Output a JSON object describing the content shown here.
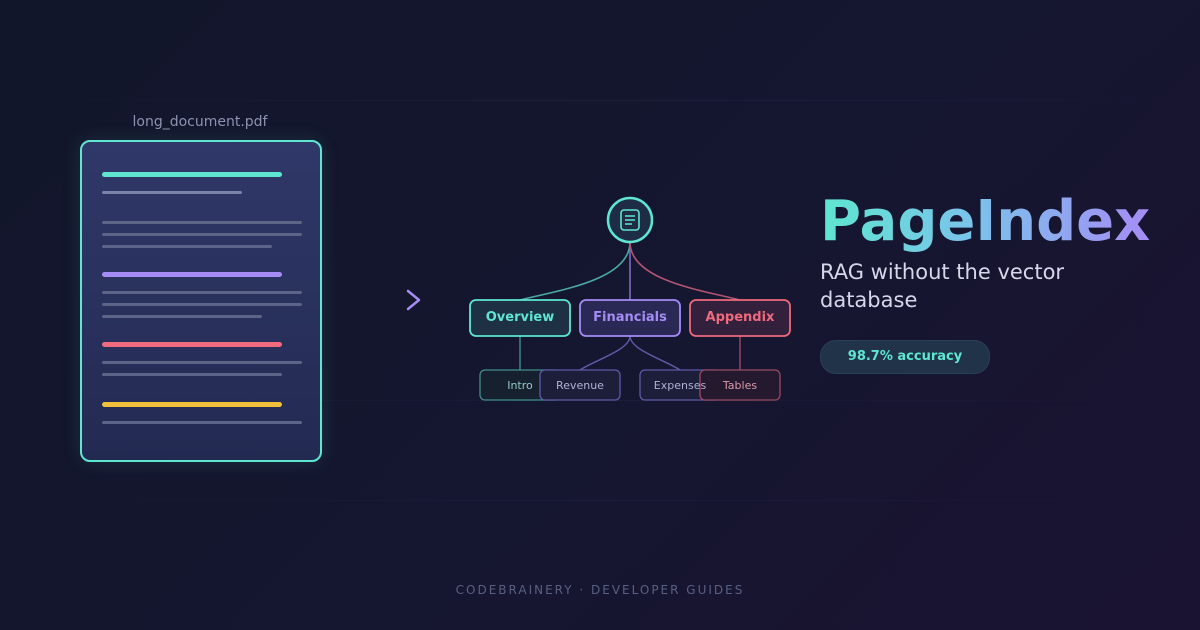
{
  "document": {
    "filename": "long_document.pdf"
  },
  "tree": {
    "root_icon": "document-icon",
    "sections": [
      {
        "label": "Overview",
        "color": "#5ee6d0"
      },
      {
        "label": "Financials",
        "color": "#a58cf5"
      },
      {
        "label": "Appendix",
        "color": "#ee6a7c"
      }
    ],
    "leaves": [
      {
        "label": "Intro"
      },
      {
        "label": "Revenue"
      },
      {
        "label": "Expenses"
      },
      {
        "label": "Tables"
      }
    ]
  },
  "brand": {
    "title": "PageIndex",
    "subtitle": "RAG without the vector database",
    "badge": "98.7% accuracy"
  },
  "footer": {
    "text": "CODEBRAINERY · DEVELOPER GUIDES"
  },
  "colors": {
    "teal": "#5ee6d0",
    "purple": "#a58cf5",
    "red": "#ee6a7c",
    "yellow": "#f0c03a"
  }
}
